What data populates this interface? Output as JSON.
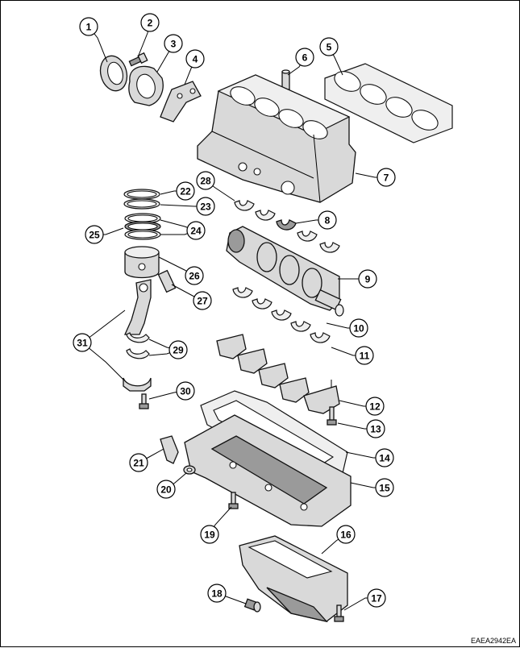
{
  "figure": {
    "code": "EAEA2942EA"
  },
  "callouts": [
    {
      "number": "1"
    },
    {
      "number": "2"
    },
    {
      "number": "3"
    },
    {
      "number": "4"
    },
    {
      "number": "5"
    },
    {
      "number": "6"
    },
    {
      "number": "7"
    },
    {
      "number": "8"
    },
    {
      "number": "9"
    },
    {
      "number": "10"
    },
    {
      "number": "11"
    },
    {
      "number": "12"
    },
    {
      "number": "13"
    },
    {
      "number": "14"
    },
    {
      "number": "15"
    },
    {
      "number": "16"
    },
    {
      "number": "17"
    },
    {
      "number": "18"
    },
    {
      "number": "19"
    },
    {
      "number": "20"
    },
    {
      "number": "21"
    },
    {
      "number": "22"
    },
    {
      "number": "23"
    },
    {
      "number": "24"
    },
    {
      "number": "25"
    },
    {
      "number": "26"
    },
    {
      "number": "27"
    },
    {
      "number": "28"
    },
    {
      "number": "29"
    },
    {
      "number": "30"
    },
    {
      "number": "31"
    }
  ]
}
